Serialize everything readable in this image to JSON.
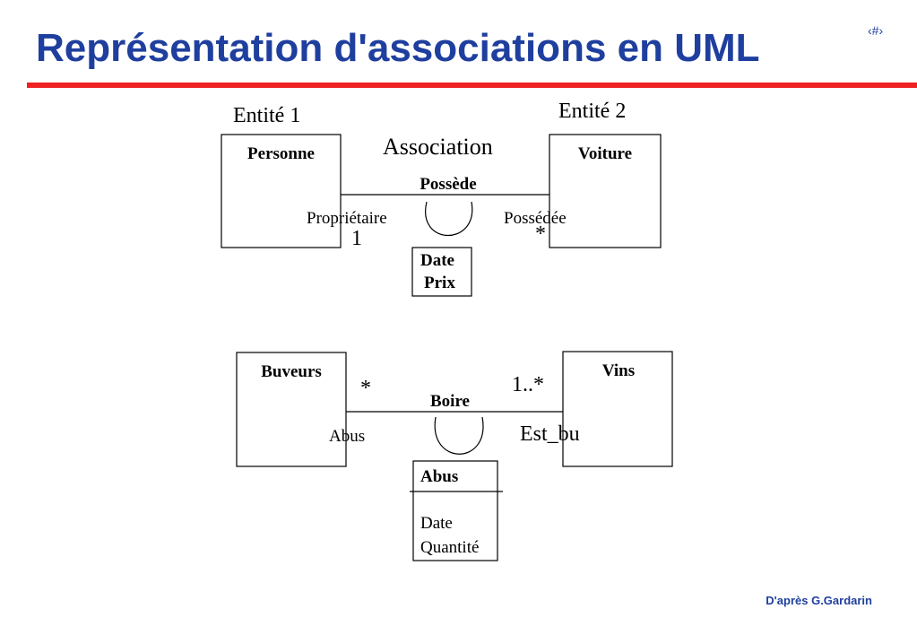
{
  "slide": {
    "title": "Représentation d'associations en UML",
    "number": "‹#›",
    "credit": "D'après G.Gardarin",
    "title_color": "#1f3f9f",
    "rule_color": "#ee2222"
  },
  "diagram1": {
    "label_entity1": "Entité 1",
    "label_entity2": "Entité 2",
    "label_association": "Association",
    "class_left": "Personne",
    "class_right": "Voiture",
    "association_name": "Possède",
    "role_left": "Propriétaire",
    "role_right": "Possédée",
    "multiplicity_left": "1",
    "multiplicity_right": "*",
    "association_class": {
      "attributes": [
        "Date",
        "Prix"
      ]
    }
  },
  "diagram2": {
    "class_left": "Buveurs",
    "class_right": "Vins",
    "association_name": "Boire",
    "role_left": "Abus",
    "role_right": "Est_bu",
    "multiplicity_left": "*",
    "multiplicity_right": "1..*",
    "association_class": {
      "name": "Abus",
      "attributes": [
        "Date",
        "Quantité"
      ]
    }
  }
}
